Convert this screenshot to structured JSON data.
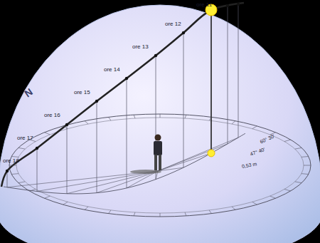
{
  "diagram": {
    "labels": [
      "ore 11",
      "ore 12",
      "ore 13",
      "ore 14",
      "ore 15",
      "ore 16",
      "ore 17",
      "ore 18",
      "N",
      "60° 30'",
      "47° 40'",
      "0,53 m"
    ]
  }
}
